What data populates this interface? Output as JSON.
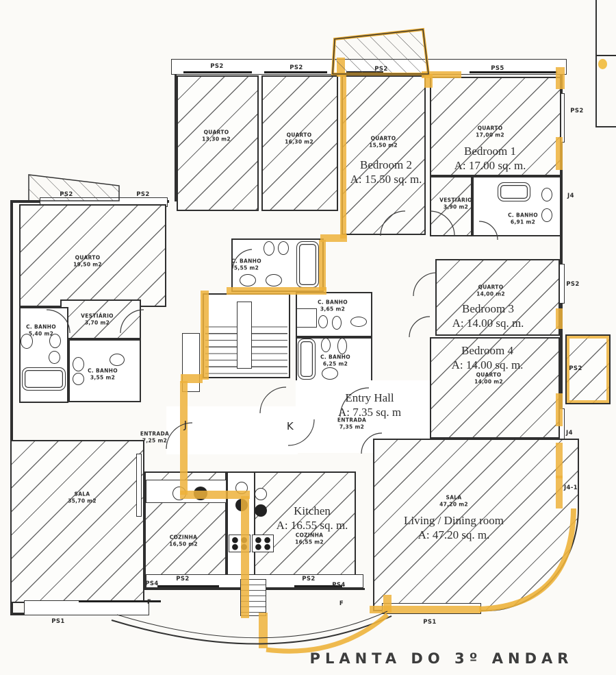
{
  "title": "PLANTA  DO  3º  ANDAR",
  "colors": {
    "highlight_orange": "#EDB23B",
    "wall_ink": "#2F2F2F",
    "paper": "#FBFAF7"
  },
  "left_apartment": {
    "bedroom_a": {
      "label": "QUARTO",
      "area": "13,30 m2"
    },
    "bedroom_b": {
      "label": "QUARTO",
      "area": "16,30 m2"
    },
    "bedroom_c": {
      "label": "QUARTO",
      "area": "19,50 m2"
    },
    "dressing": {
      "label": "VESTIÁRIO",
      "area": "3,70 m2"
    },
    "bath_a": {
      "label": "C. BANHO",
      "area": "5,40 m2"
    },
    "bath_b": {
      "label": "C. BANHO",
      "area": "3,55 m2"
    },
    "living": {
      "label": "SALA",
      "area": "35,70 m2"
    },
    "kitchen": {
      "label": "COZINHA",
      "area": "16,50 m2"
    },
    "hall": {
      "label": "ENTRADA",
      "area": "7,25 m2"
    }
  },
  "right_apartment": {
    "bedroom1": {
      "label": "QUARTO",
      "area": "17,00 m2",
      "en_name": "Bedroom 1",
      "en_area": "A: 17.00 sq. m."
    },
    "bedroom2": {
      "label": "QUARTO",
      "area": "15,50 m2",
      "en_name": "Bedroom 2",
      "en_area": "A: 15.50 sq. m."
    },
    "bedroom3": {
      "label": "QUARTO",
      "area": "14,00 m2",
      "en_name": "Bedroom 3",
      "en_area": "A: 14.00 sq. m."
    },
    "bedroom4": {
      "label": "QUARTO",
      "area": "14,00 m2",
      "en_name": "Bedroom 4",
      "en_area": "A: 14.00 sq. m."
    },
    "dressing": {
      "label": "VESTIÁRIO",
      "area": "3,90 m2"
    },
    "bath_main": {
      "label": "C. BANHO",
      "area": "6,91 m2"
    },
    "bath_b": {
      "label": "C. BANHO",
      "area": "5,55 m2"
    },
    "bath_c": {
      "label": "C. BANHO",
      "area": "3,65 m2"
    },
    "bath_d": {
      "label": "C. BANHO",
      "area": "6,25 m2"
    },
    "entry": {
      "label": "ENTRADA",
      "area": "7,35 m2",
      "en_name": "Entry Hall",
      "en_area": "A: 7.35 sq. m"
    },
    "kitchen": {
      "label": "COZINHA",
      "area": "16,55 m2",
      "en_name": "Kitchen",
      "en_area": "A: 16.55 sq. m."
    },
    "living": {
      "label": "SALA",
      "area": "47,20 m2",
      "en_name": "Living / Dining room",
      "en_area": "A: 47.20 sq. m."
    }
  },
  "openings": {
    "top": [
      "PS2",
      "PS2",
      "PS2",
      "PS5"
    ],
    "left_top": [
      "PS2",
      "PS2"
    ],
    "right": [
      "PS2",
      "J4",
      "PS2",
      "PS2",
      "J4",
      "J4-1"
    ],
    "bottom": [
      "PS1",
      "PS2",
      "PS4",
      "F",
      "PS2",
      "PS4",
      "F",
      "PS1"
    ],
    "stair_landing": [
      "J",
      "K"
    ]
  }
}
